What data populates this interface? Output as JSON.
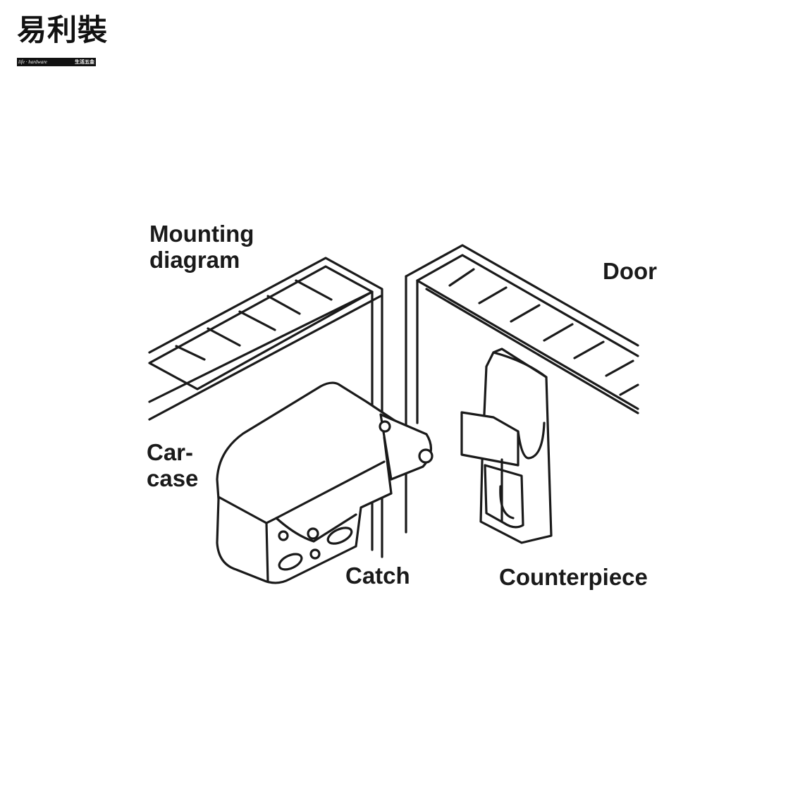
{
  "logo": {
    "name_cn": "易利裝",
    "tagline_en": "life · hardware",
    "tagline_cn": "生活五金"
  },
  "labels": {
    "title_line1": "Mounting",
    "title_line2": "diagram",
    "door": "Door",
    "carcase_line1": "Car-",
    "carcase_line2": "case",
    "catch": "Catch",
    "counterpiece": "Counterpiece"
  },
  "colors": {
    "ink": "#1a1a1a",
    "background": "#ffffff"
  }
}
